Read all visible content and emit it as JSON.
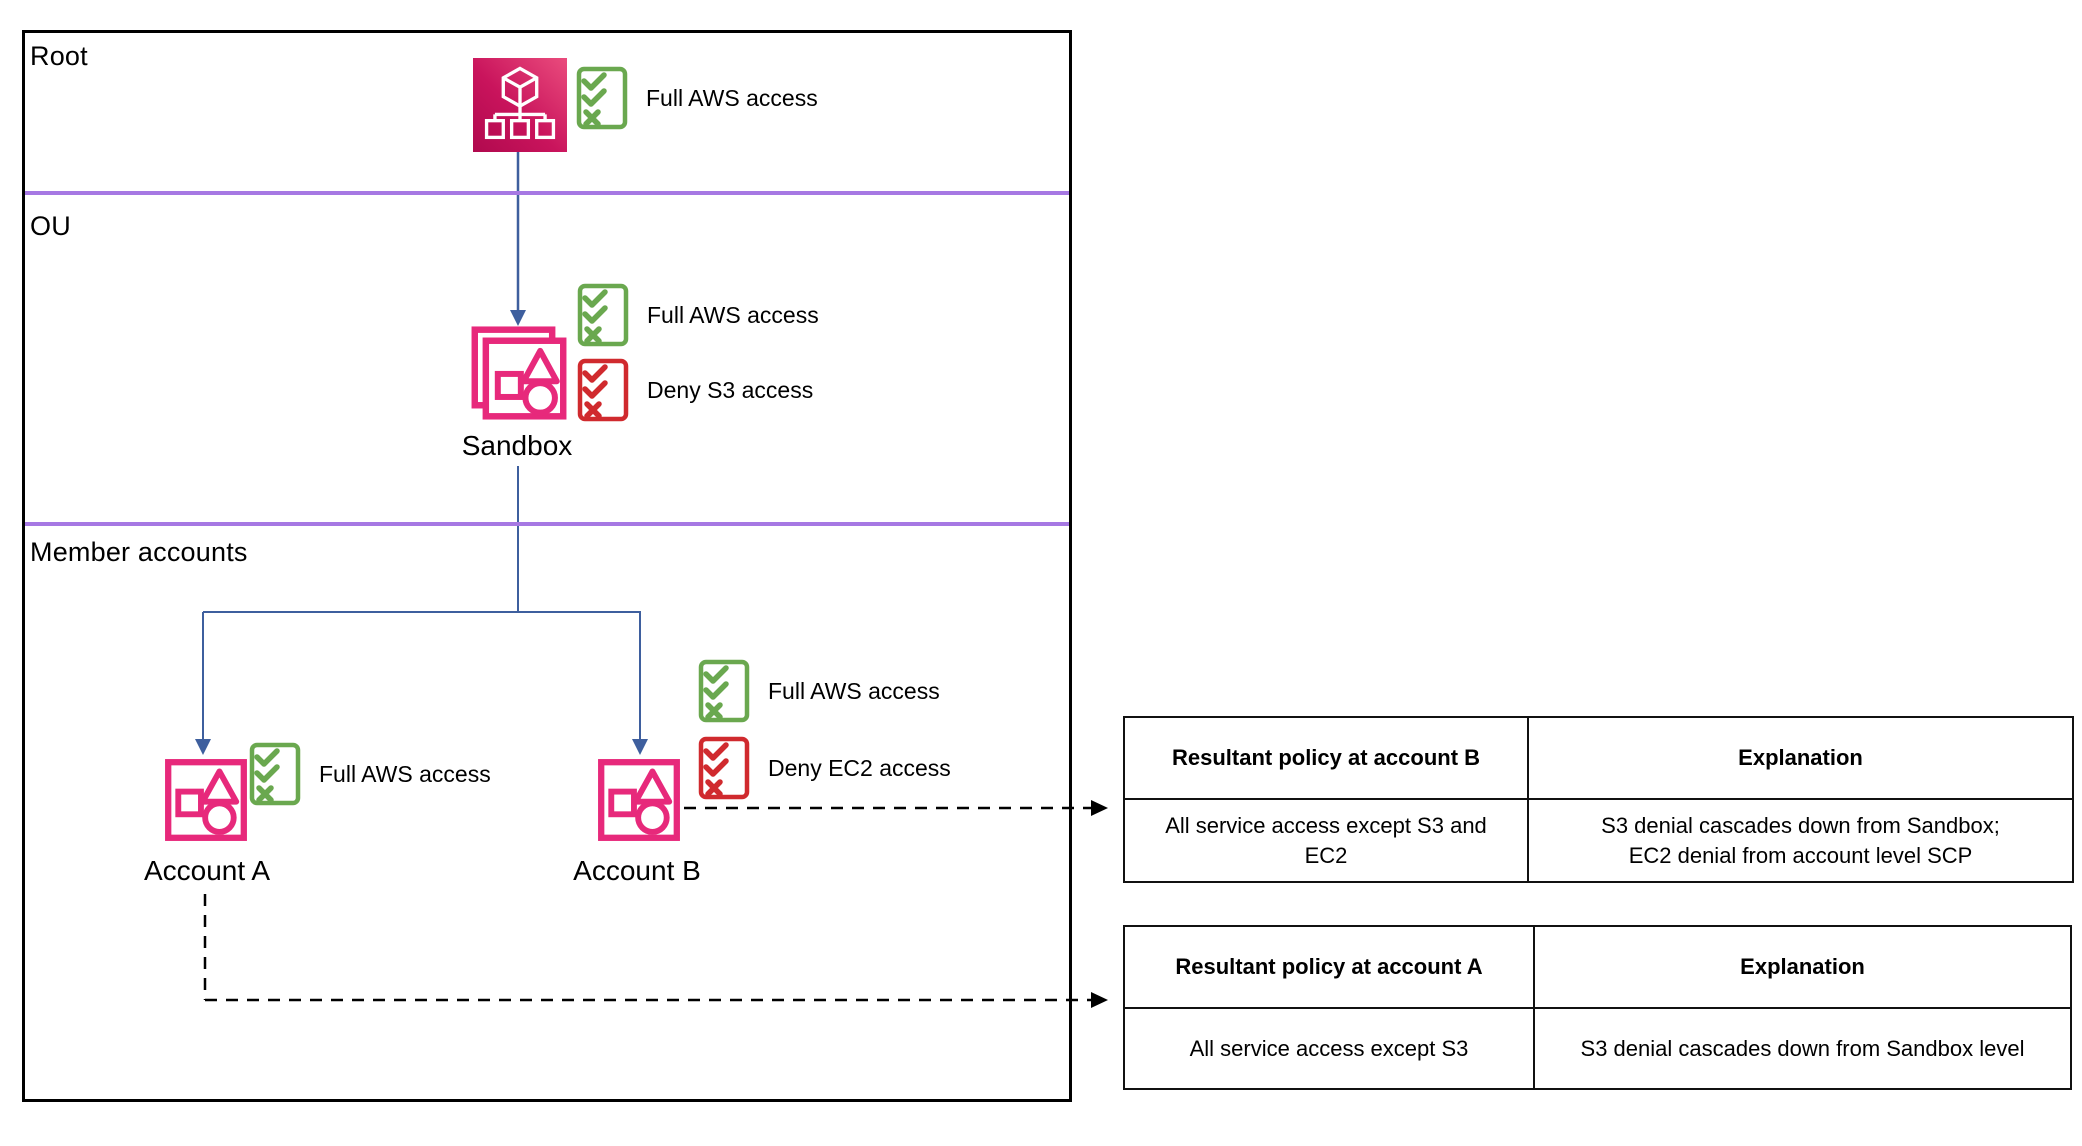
{
  "diagram": {
    "sections": {
      "root_label": "Root",
      "ou_label": "OU",
      "member_label": "Member accounts"
    },
    "root": {
      "icon": "aws-organizations-icon",
      "policies": [
        {
          "type": "allow",
          "label": "Full AWS access"
        }
      ]
    },
    "ou": {
      "name": "Sandbox",
      "icon": "organizational-unit-icon",
      "policies": [
        {
          "type": "allow",
          "label": "Full AWS access"
        },
        {
          "type": "deny",
          "label": "Deny S3 access"
        }
      ]
    },
    "accounts": [
      {
        "name": "Account A",
        "icon": "account-icon",
        "policies": [
          {
            "type": "allow",
            "label": "Full AWS access"
          }
        ]
      },
      {
        "name": "Account B",
        "icon": "account-icon",
        "policies": [
          {
            "type": "allow",
            "label": "Full AWS access"
          },
          {
            "type": "deny",
            "label": "Deny EC2 access"
          }
        ]
      }
    ]
  },
  "tables": {
    "account_b": {
      "headers": [
        "Resultant policy at account B",
        "Explanation"
      ],
      "policy": "All service access except S3 and\nEC2",
      "explanation": "S3 denial cascades down from Sandbox;\nEC2 denial from account level SCP"
    },
    "account_a": {
      "headers": [
        "Resultant policy at account A",
        "Explanation"
      ],
      "policy": "All service access except S3",
      "explanation": "S3 denial cascades down from Sandbox level"
    }
  },
  "colors": {
    "pink": "#e7297b",
    "root_gradient_start": "#b0094e",
    "root_gradient_end": "#ea4c7d",
    "allow_green": "#6aa84f",
    "deny_red": "#d02a2e",
    "arrow_blue": "#3e5f9e",
    "divider_purple": "#a678e3",
    "table_border": "#111111"
  }
}
